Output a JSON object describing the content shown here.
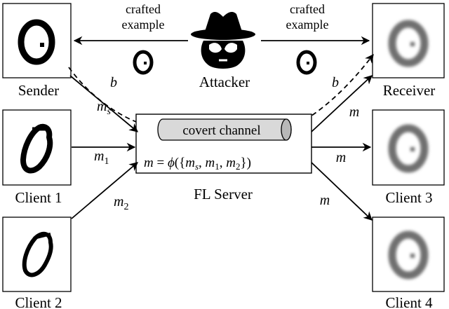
{
  "attacker": {
    "label": "Attacker",
    "icon": "spy-icon"
  },
  "crafted_left": {
    "line1": "crafted",
    "line2": "example"
  },
  "crafted_right": {
    "line1": "crafted",
    "line2": "example"
  },
  "clients": {
    "sender": "Sender",
    "client1": "Client 1",
    "client2": "Client 2",
    "receiver": "Receiver",
    "client3": "Client 3",
    "client4": "Client 4"
  },
  "server": {
    "label": "FL Server",
    "channel": "covert channel"
  },
  "edges": {
    "b": "b",
    "m": "m",
    "m_var": "m",
    "sub_s": "s",
    "sub_1": "1",
    "sub_2": "2"
  },
  "formula": {
    "lhs": "m",
    "eq": " = ",
    "phi": "ϕ",
    "open": "({",
    "ms": "m",
    "ms_sub": "s",
    "comma1": ", ",
    "m1": "m",
    "m1_sub": "1",
    "comma2": ", ",
    "m2": "m",
    "m2_sub": "2",
    "close": "})"
  },
  "colors": {
    "ink": "#000000",
    "channel_fill": "#d9d9d9",
    "channel_cap": "#b8b8b8",
    "blurred_digit": "#6f6f6f"
  }
}
